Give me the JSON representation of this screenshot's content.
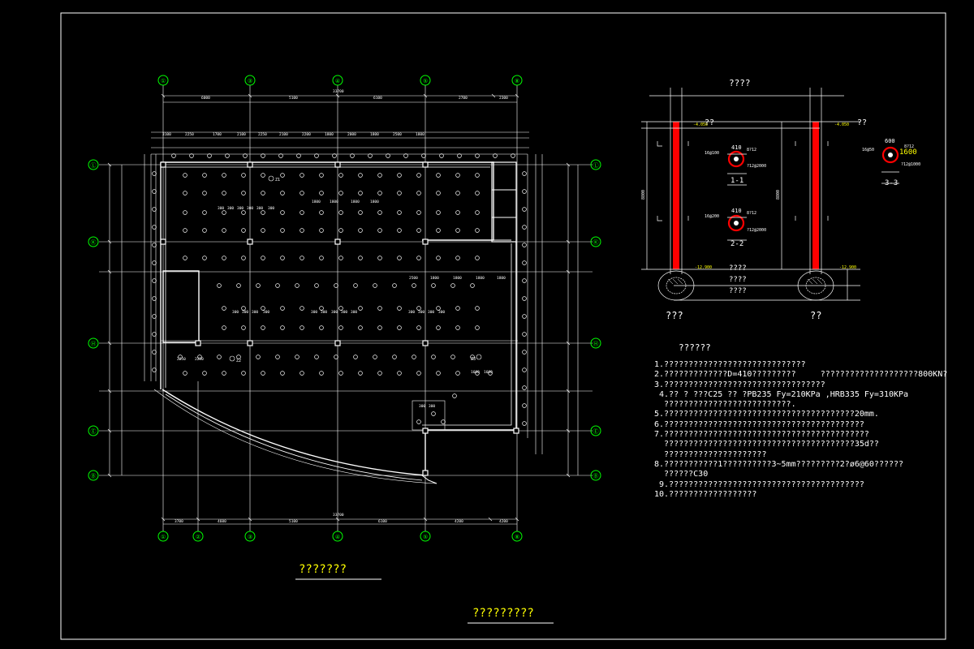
{
  "colors": {
    "background": "#000000",
    "line": "#ffffff",
    "axis_bubble": "#00ff00",
    "title_text": "#ffff00",
    "column_red": "#ff0000",
    "small_text": "#ffffff"
  },
  "plan": {
    "axes_top": [
      "①",
      "③",
      "④",
      "⑤",
      "⑧"
    ],
    "axes_bottom": [
      "①",
      "②",
      "③",
      "④",
      "⑤",
      "⑧"
    ],
    "axes_left": [
      "Ⓛ",
      "Ⓚ",
      "Ⓗ",
      "Ⓔ",
      "Ⓑ"
    ],
    "axes_right": [
      "Ⓛ",
      "Ⓚ",
      "Ⓗ",
      "Ⓔ",
      "Ⓑ"
    ],
    "title": "???????"
  },
  "detail": {
    "title": "????",
    "label_left": "???",
    "label_right": "??",
    "section_1": "1-1",
    "section_2": "2-2",
    "section_3": "3-3",
    "elev_top": "??",
    "elev_label": "??",
    "mid_label_1": "????",
    "mid_label_2": "????",
    "mid_label_3": "????",
    "dim_410a": "410",
    "dim_410b": "410",
    "dim_600": "600",
    "dim_1600": "1600"
  },
  "notes": {
    "title": "??????",
    "lines": [
      "1.?????????????????????????????",
      "2.?????????????D=410?????????     ????????????????????800KN?",
      "3.?????????????????????????????????",
      " 4.?? ? ???C25 ?? ?PB235 Fy=210KPa ,HRB335 Fy=310KPa",
      "  ??????????????????????????.",
      "5.???????????????????????????????????????20mm.",
      "6.?????????????????????????????????????????",
      "7.??????????????????????????????????????????",
      "  ???????????????????????????????????????35d??",
      "  ?????????????????????",
      "8.???????????1??????????3~5mm?????????2?ø6@60??????",
      "  ??????C30",
      " 9.????????????????????????????????????????",
      "10.??????????????????"
    ]
  },
  "drawing_title": "?????????"
}
